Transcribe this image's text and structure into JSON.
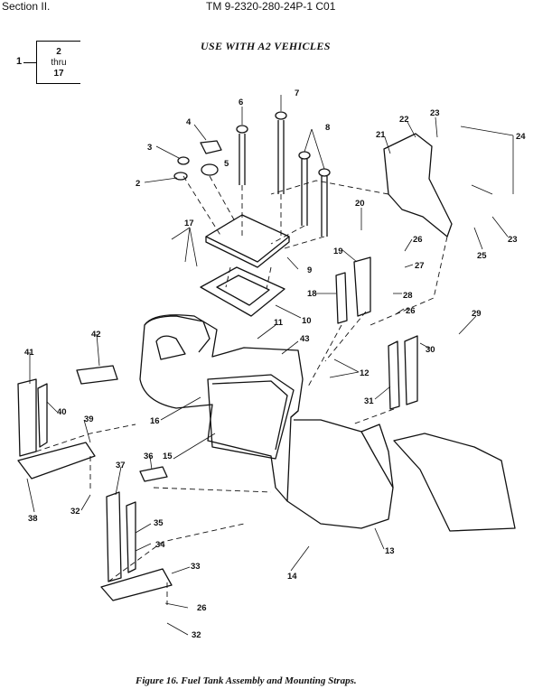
{
  "header": {
    "section": "Section II.",
    "tm": "TM 9-2320-280-24P-1  C01"
  },
  "subtitle": "USE WITH A2 VEHICLES",
  "reference_box": {
    "callout": "1",
    "line1": "2",
    "line2": "thru",
    "line3": "17"
  },
  "caption": "Figure 16. Fuel Tank Assembly and Mounting Straps.",
  "callouts": [
    "2",
    "3",
    "4",
    "5",
    "6",
    "7",
    "8",
    "9",
    "10",
    "11",
    "12",
    "13",
    "14",
    "15",
    "16",
    "17",
    "18",
    "19",
    "20",
    "21",
    "22",
    "23",
    "24",
    "25",
    "26",
    "27",
    "28",
    "29",
    "30",
    "31",
    "32",
    "33",
    "34",
    "35",
    "36",
    "37",
    "38",
    "39",
    "40",
    "41",
    "42",
    "43"
  ]
}
